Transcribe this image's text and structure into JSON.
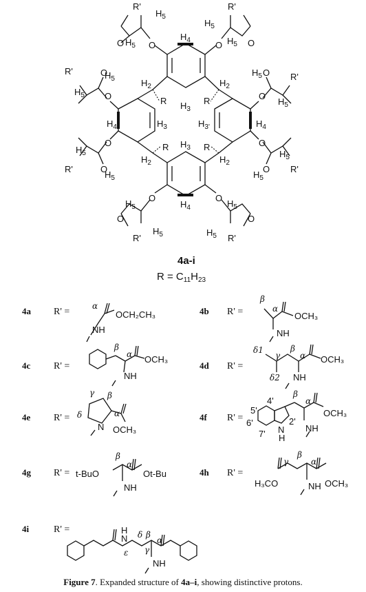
{
  "macrocycle": {
    "compound_label": "4a-i",
    "r_definition": "R = C",
    "r_subscript": "11",
    "r_subscript2": "H",
    "r_subscript3": "23",
    "atoms": {
      "h2": "H",
      "h2_sub": "2",
      "h3": "H",
      "h3_sub": "3",
      "h3p": "H",
      "h3p_sub": "3'",
      "h4": "H",
      "h4_sub": "4",
      "h5": "H",
      "h5_sub": "5",
      "r": "R",
      "rp": "R'",
      "o": "O"
    }
  },
  "substituents": [
    {
      "id": "4a",
      "eq": "R' =",
      "labels": [
        "α",
        "OCH₂CH₃",
        "NH"
      ]
    },
    {
      "id": "4b",
      "eq": "R' =",
      "labels": [
        "β",
        "α",
        "OCH₃",
        "NH"
      ]
    },
    {
      "id": "4c",
      "eq": "R' =",
      "labels": [
        "β",
        "α",
        "OCH₃",
        "NH"
      ]
    },
    {
      "id": "4d",
      "eq": "R' =",
      "labels": [
        "δ1",
        "γ",
        "β",
        "α",
        "OCH₃",
        "δ2",
        "NH"
      ]
    },
    {
      "id": "4e",
      "eq": "R' =",
      "labels": [
        "γ",
        "β",
        "δ",
        "α",
        "N",
        "OCH₃"
      ]
    },
    {
      "id": "4f",
      "eq": "R' =",
      "labels": [
        "4'",
        "5'",
        "6'",
        "7'",
        "β",
        "α",
        "OCH₃",
        "2'",
        "N",
        "H",
        "NH"
      ]
    },
    {
      "id": "4g",
      "eq": "R' =",
      "labels": [
        "t-BuO",
        "β",
        "α",
        "Ot-Bu",
        "NH"
      ]
    },
    {
      "id": "4h",
      "eq": "R' =",
      "labels": [
        "H₃CO",
        "γ",
        "β",
        "α",
        "OCH₃",
        "NH"
      ]
    },
    {
      "id": "4i",
      "eq": "R' =",
      "labels": [
        "H",
        "N",
        "δ",
        "β",
        "α",
        "ε",
        "γ",
        "NH"
      ]
    }
  ],
  "caption": {
    "label": "Figure 7",
    "text_before": ". Expanded structure of ",
    "ref": "4a–i",
    "text_after": ", showing distinctive protons."
  }
}
